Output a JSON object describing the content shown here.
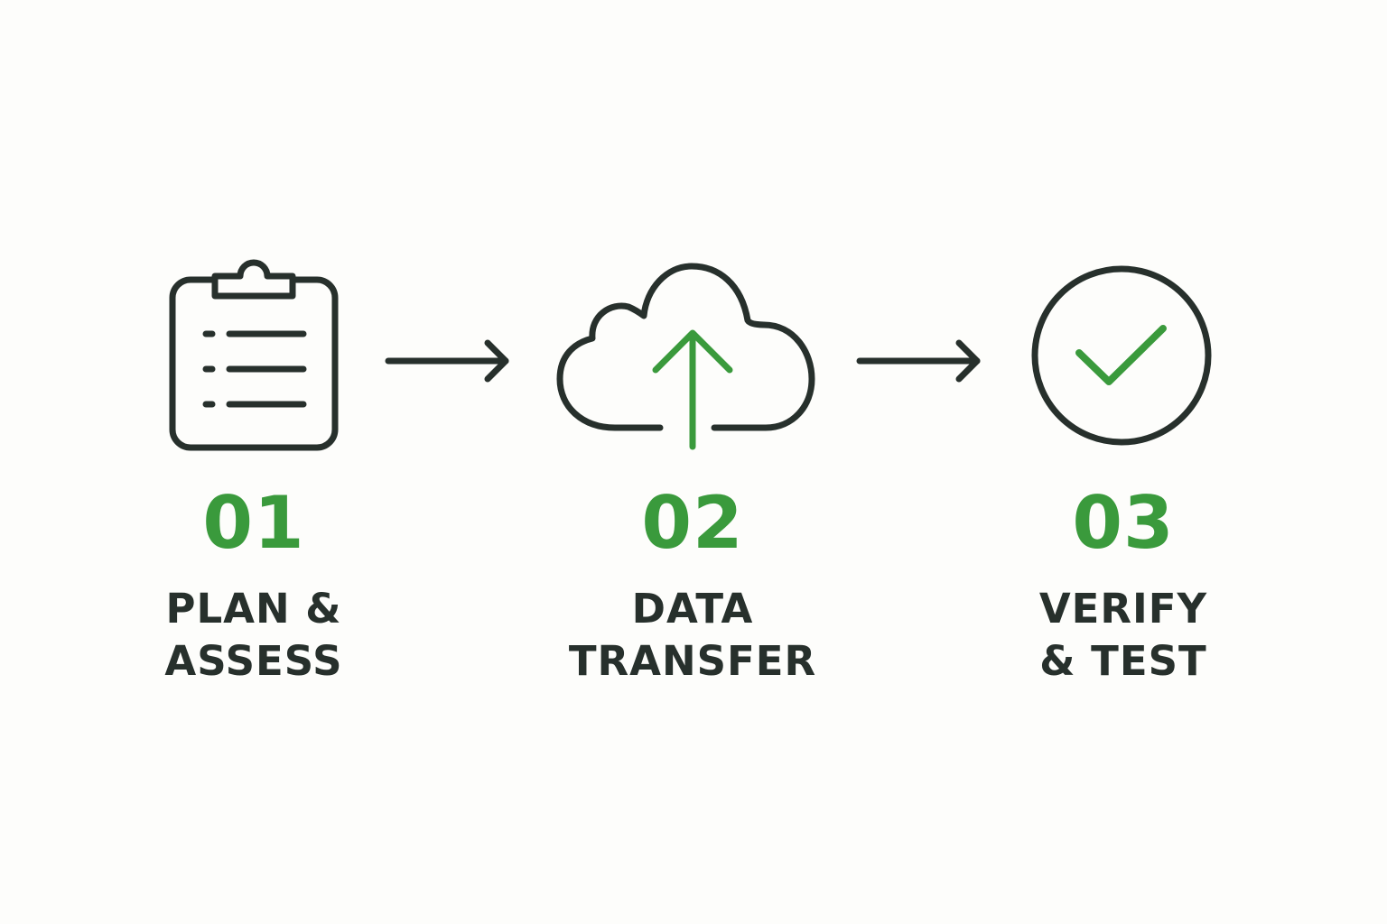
{
  "colors": {
    "background": "#fdfdfb",
    "dark": "#27302c",
    "accent": "#3a9a3c"
  },
  "steps": [
    {
      "number": "01",
      "title_line1": "PLAN &",
      "title_line2": "ASSESS",
      "icon": "clipboard-icon"
    },
    {
      "number": "02",
      "title_line1": "DATA",
      "title_line2": "TRANSFER",
      "icon": "cloud-upload-icon"
    },
    {
      "number": "03",
      "title_line1": "VERIFY",
      "title_line2": "& TEST",
      "icon": "check-circle-icon"
    }
  ],
  "connectors": [
    {
      "icon": "arrow-right-icon"
    },
    {
      "icon": "arrow-right-icon"
    }
  ]
}
